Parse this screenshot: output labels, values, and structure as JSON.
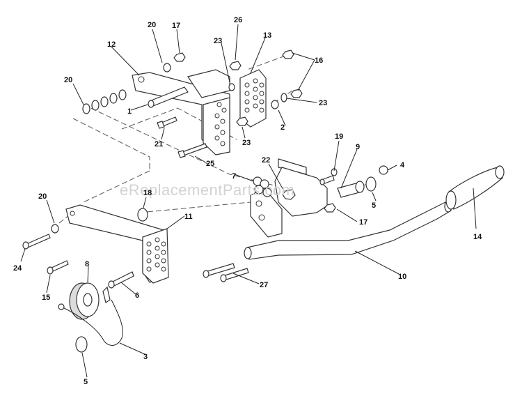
{
  "watermark": "eReplacementParts.com",
  "callouts": [
    "1",
    "2",
    "3",
    "4",
    "5",
    "5",
    "6",
    "7",
    "8",
    "9",
    "10",
    "11",
    "12",
    "13",
    "14",
    "15",
    "16",
    "17",
    "17",
    "18",
    "19",
    "20",
    "20",
    "20",
    "21",
    "22",
    "23",
    "23",
    "23",
    "24",
    "25",
    "26",
    "27"
  ]
}
